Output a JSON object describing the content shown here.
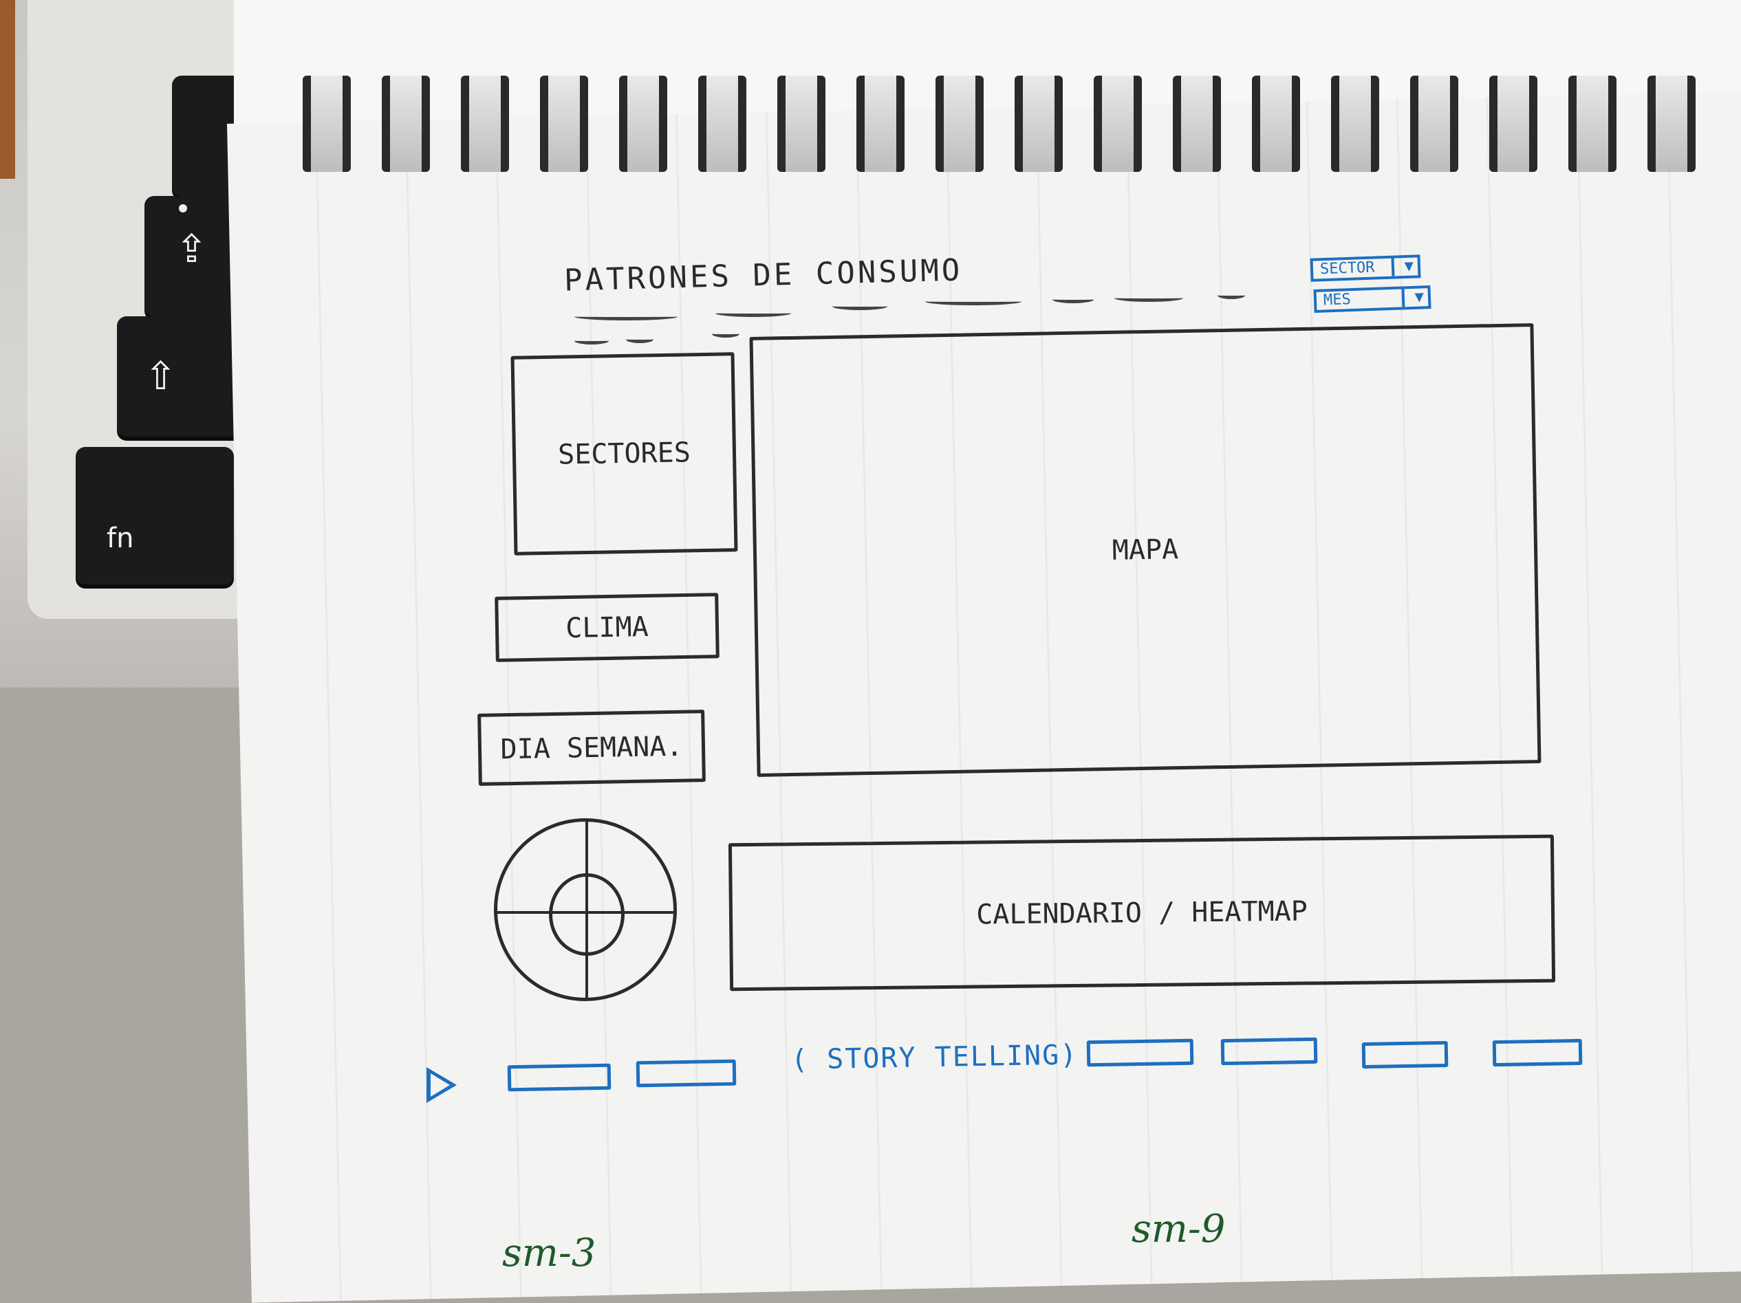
{
  "keyboard": {
    "keys": [
      {
        "label": "→|"
      },
      {
        "label": "⇪"
      },
      {
        "label": "⇧"
      },
      {
        "label": "fn"
      }
    ]
  },
  "sketch": {
    "title": "PATRONES DE CONSUMO",
    "selects": [
      {
        "label": "SECTOR",
        "arrow": "▼"
      },
      {
        "label": "MES",
        "arrow": "▼"
      }
    ],
    "panels": {
      "sectores": "SECTORES",
      "clima": "CLIMA",
      "dia_semana": "DIA SEMANA.",
      "mapa": "MAPA",
      "calendario": "CALENDARIO / HEATMAP"
    },
    "storytelling": {
      "label": "( STORY TELLING)"
    },
    "annotations": {
      "left_width": "sm-3",
      "right_width": "sm-9"
    }
  },
  "colors": {
    "ink": "#2b2b2b",
    "blue_ink": "#1d6fc0",
    "green_ink": "#1e5a2b",
    "paper": "#f3f3f1"
  }
}
